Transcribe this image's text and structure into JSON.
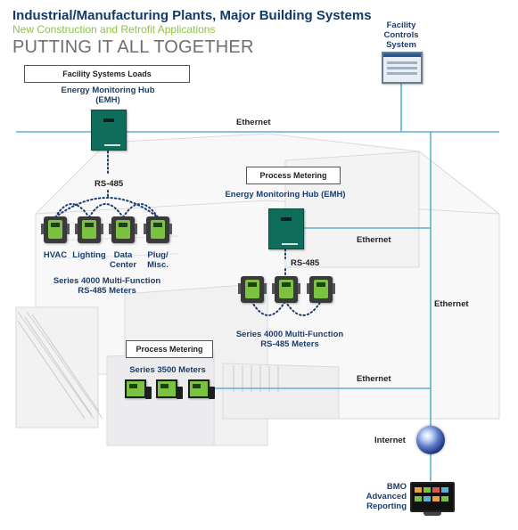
{
  "header": {
    "title": "Industrial/Manufacturing Plants, Major Building Systems",
    "subtitle": "New Construction and Retrofit Applications",
    "tagline": "PUTTING IT ALL TOGETHER"
  },
  "facility_controls": {
    "line1": "Facility",
    "line2": "Controls",
    "line3": "System"
  },
  "loads_section": {
    "box_label": "Facility Systems Loads",
    "hub_line1": "Energy Monitoring Hub",
    "hub_line2": "(EMH)",
    "bus": "RS-485",
    "meter_labels": [
      {
        "line1": "HVAC",
        "line2": ""
      },
      {
        "line1": "Lighting",
        "line2": ""
      },
      {
        "line1": "Data",
        "line2": "Center"
      },
      {
        "line1": "Plug/",
        "line2": "Misc."
      }
    ],
    "series_line1": "Series 4000 Multi-Function",
    "series_line2": "RS-485 Meters"
  },
  "process_section_1": {
    "box_label": "Process Metering",
    "hub_label": "Energy Monitoring Hub (EMH)",
    "bus": "RS-485",
    "series_line1": "Series 4000 Multi-Function",
    "series_line2": "RS-485 Meters"
  },
  "process_section_2": {
    "box_label": "Process Metering",
    "series_label": "Series 3500 Meters"
  },
  "network": {
    "ethernet_top": "Ethernet",
    "ethernet_mid": "Ethernet",
    "ethernet_right": "Ethernet",
    "ethernet_bottom": "Ethernet",
    "internet": "Internet"
  },
  "bmo": {
    "line1": "BMO",
    "line2": "Advanced",
    "line3": "Reporting"
  },
  "colors": {
    "title_navy": "#123a6b",
    "subtitle_green": "#8cc43f",
    "network_line": "#5bb0d6",
    "dotted_bus": "#1c3e6b",
    "device_green": "#7cc242",
    "hub_teal": "#0f6e5b"
  },
  "icons": [
    "ethernet-line",
    "rs485-dotted-bus",
    "internet-globe-icon",
    "monitor-icon",
    "controls-screen-icon"
  ]
}
